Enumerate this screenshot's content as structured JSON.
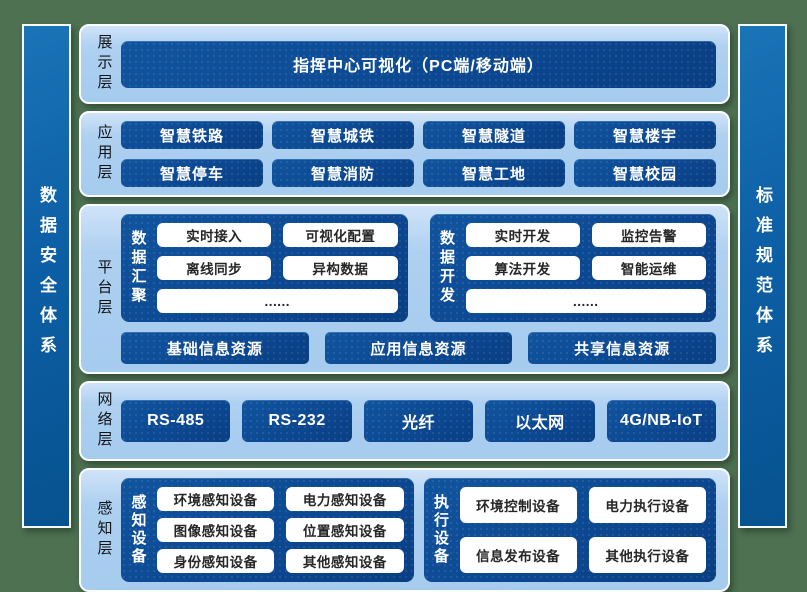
{
  "sidebar_left": {
    "label": "数据安全体系"
  },
  "sidebar_right": {
    "label": "标准规范体系"
  },
  "display_layer": {
    "label": "展示层",
    "box": "指挥中心可视化（PC端/移动端）"
  },
  "app_layer": {
    "label": "应用层",
    "items": [
      "智慧铁路",
      "智慧城铁",
      "智慧隧道",
      "智慧楼宇",
      "智慧停车",
      "智慧消防",
      "智慧工地",
      "智慧校园"
    ]
  },
  "platform_layer": {
    "label": "平台层",
    "groups": [
      {
        "label": "数据汇聚",
        "items": [
          "实时接入",
          "可视化配置",
          "离线同步",
          "异构数据"
        ],
        "more": "......"
      },
      {
        "label": "数据开发",
        "items": [
          "实时开发",
          "监控告警",
          "算法开发",
          "智能运维"
        ],
        "more": "......"
      }
    ],
    "resources": [
      "基础信息资源",
      "应用信息资源",
      "共享信息资源"
    ]
  },
  "network_layer": {
    "label": "网络层",
    "items": [
      "RS-485",
      "RS-232",
      "光纤",
      "以太网",
      "4G/NB-IoT"
    ]
  },
  "perception_layer": {
    "label": "感知层",
    "groups": [
      {
        "label": "感知设备",
        "items": [
          "环境感知设备",
          "电力感知设备",
          "图像感知设备",
          "位置感知设备",
          "身份感知设备",
          "其他感知设备"
        ]
      },
      {
        "label": "执行设备",
        "items": [
          "环境控制设备",
          "电力执行设备",
          "信息发布设备",
          "其他执行设备"
        ]
      }
    ]
  },
  "colors": {
    "background_green": "#4e7152",
    "panel_light_blue": "#a9cdef",
    "box_navy": "#0c4892",
    "pillar_blue": "#0d5fa6",
    "white_box": "#ffffff",
    "text_white": "#ffffff",
    "text_dark": "#101418"
  }
}
